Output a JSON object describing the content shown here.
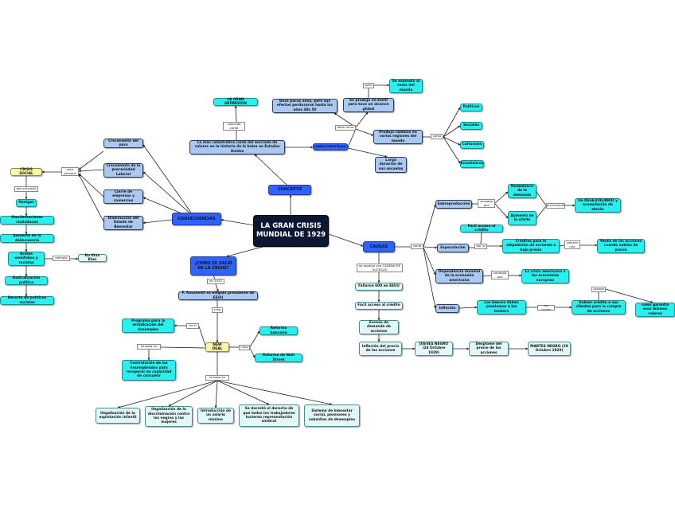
{
  "nodes": {
    "main": "LA GRAN CRISIS MUNDIAL DE 1929",
    "concepto": "CONCEPTO",
    "consecuencias": "CONSECUENCIAS",
    "causas": "CAUSAS",
    "como_salio": "¿CÓMO SE SALIÓ DE LA CRISIS?",
    "gran_depresion": "LA GRAN DEPRESIÓN",
    "caida_mercado": "La más catastrófica caída del mercado de valores en la historia de la bolsa en Estados Unidos",
    "caracteristicas": "CARACTERÍSTICAS",
    "duro_pocos": "Duró pocos años, pero sus efectos perduraron hasta los años 40s 50",
    "produjo_eeuu": "Se produjo en EEUU pero tuvo un alcance global",
    "extendio": "Se extendió al resto del mundo",
    "cambios": "Produjo cambios en varias regiones del mundo",
    "larga_duracion": "Larga duración de sus secuelas",
    "politicos": "Políticos",
    "sociales": "Sociales",
    "culturales": "Culturales",
    "economicos": "Económicos",
    "crec_paro": "Crecimiento del paro",
    "crec_precariedad": "Crecimiento de la precariedad Laboral",
    "cierre_empresas": "Cierre de empresas y comercios",
    "disminucion": "Disminución del Estado de Bienestar",
    "crisis_social": "CRISIS SOCIAL",
    "huelgas": "Huelgas",
    "manifestaciones": "Manifestaciones ciudadanas",
    "delincuencia": "Aumento de la delincuencia",
    "brotes": "Brotes xenófobos y racistas",
    "kkk": "Ku Klux Klan",
    "radicalizacion": "Radicalización política",
    "recorte": "Recorte de políticas sociales",
    "sobreproduccion": "Sobreproducción",
    "desbalance": "Desbalance de la demanda",
    "aumento_oferta": "Aumento de la oferta",
    "desequilibrio": "Un DESEQUILIBRIO y acumulación de stocks",
    "facil_credito": "Fácil acceso al crédito",
    "especulacion": "Especulación",
    "creditos_adq": "Créditos para la adquisición de acciones a bajo precio",
    "venta_acciones": "Venta de las acciones cuando subían de precio",
    "dependencia": "Dependencia mundial de la economía americana",
    "crisis_americana": "La crisis americana a las economías europeas",
    "inflacion": "Inflación",
    "bancos_daban": "Los bancos daban prestamos a los brokers",
    "cadena": "se produjo una CADENA DE SUCESOS",
    "fallaron": "Fallaron 600 en EEUU",
    "facil_acceso": "Fácil acceso al crédito",
    "exceso": "Exceso de demanda de acciones",
    "inflacion_precio": "Inflación del precio de las acciones",
    "jueves_negro": "JUEVES NEGRO (24 Octubre 1929)",
    "desplome": "Desplome del precio de las acciones",
    "martes_negro": "MARTES NEGRO (29 Octubre 1929)",
    "subian": "Subían crédito a sus clientes para la compra de acciones",
    "garantia": "como garantía esos mismos valores",
    "roosevelt": "F. Roosevelt es elegido presidente de EEUU",
    "new_deal": "NEW DEAL",
    "programa": "Programa para la erradicación del desempleo",
    "contratacion": "Contratación de los desempleados para recuperar su capacidad de consumir",
    "reforma_bancaria": "Reforma bancaria",
    "reforma_wall": "Reforma de Wall Street",
    "ilegalizacion": "Ilegalización de la explotación infantil",
    "ilegalizacion_disc": "Ilegalización de la discriminación contra los negros y las mujeres",
    "salario_minimo": "Introducción de un salario mínimo",
    "decreto": "Se decretó el derecho de que todos los trabajadores tuvieran representación sindical",
    "sistema_bienestar": "Sistema de bienestar social, pensiones y subsidios de desempleo"
  },
  "labels": {
    "conocida": "conocida como",
    "tales_como": "tales como",
    "pero": "pero",
    "como1": "como",
    "esta_provoco": "esta provocó",
    "que_consiste": "que consistió",
    "ejemplo": "ejemplo",
    "causado_por": "causado por",
    "provocando": "provocando",
    "genera_una": "genera una",
    "por_lo": "por lo",
    "como2": "como",
    "contagio": "contagió que",
    "los_cuales": "los cuales",
    "usando": "usando",
    "en_1932": "en 1932",
    "crea": "crea",
    "en_el": "en el",
    "basa_en": "se basa en",
    "hubo": "hubo",
    "se_basa": "se basa en"
  },
  "colors": {
    "main": "#0c1733",
    "blue": "#2f62ff",
    "light": "#a9c9f2",
    "cyan": "#27f0ef",
    "pale": "#e2f7f7",
    "yellow": "#fbf7a8"
  }
}
